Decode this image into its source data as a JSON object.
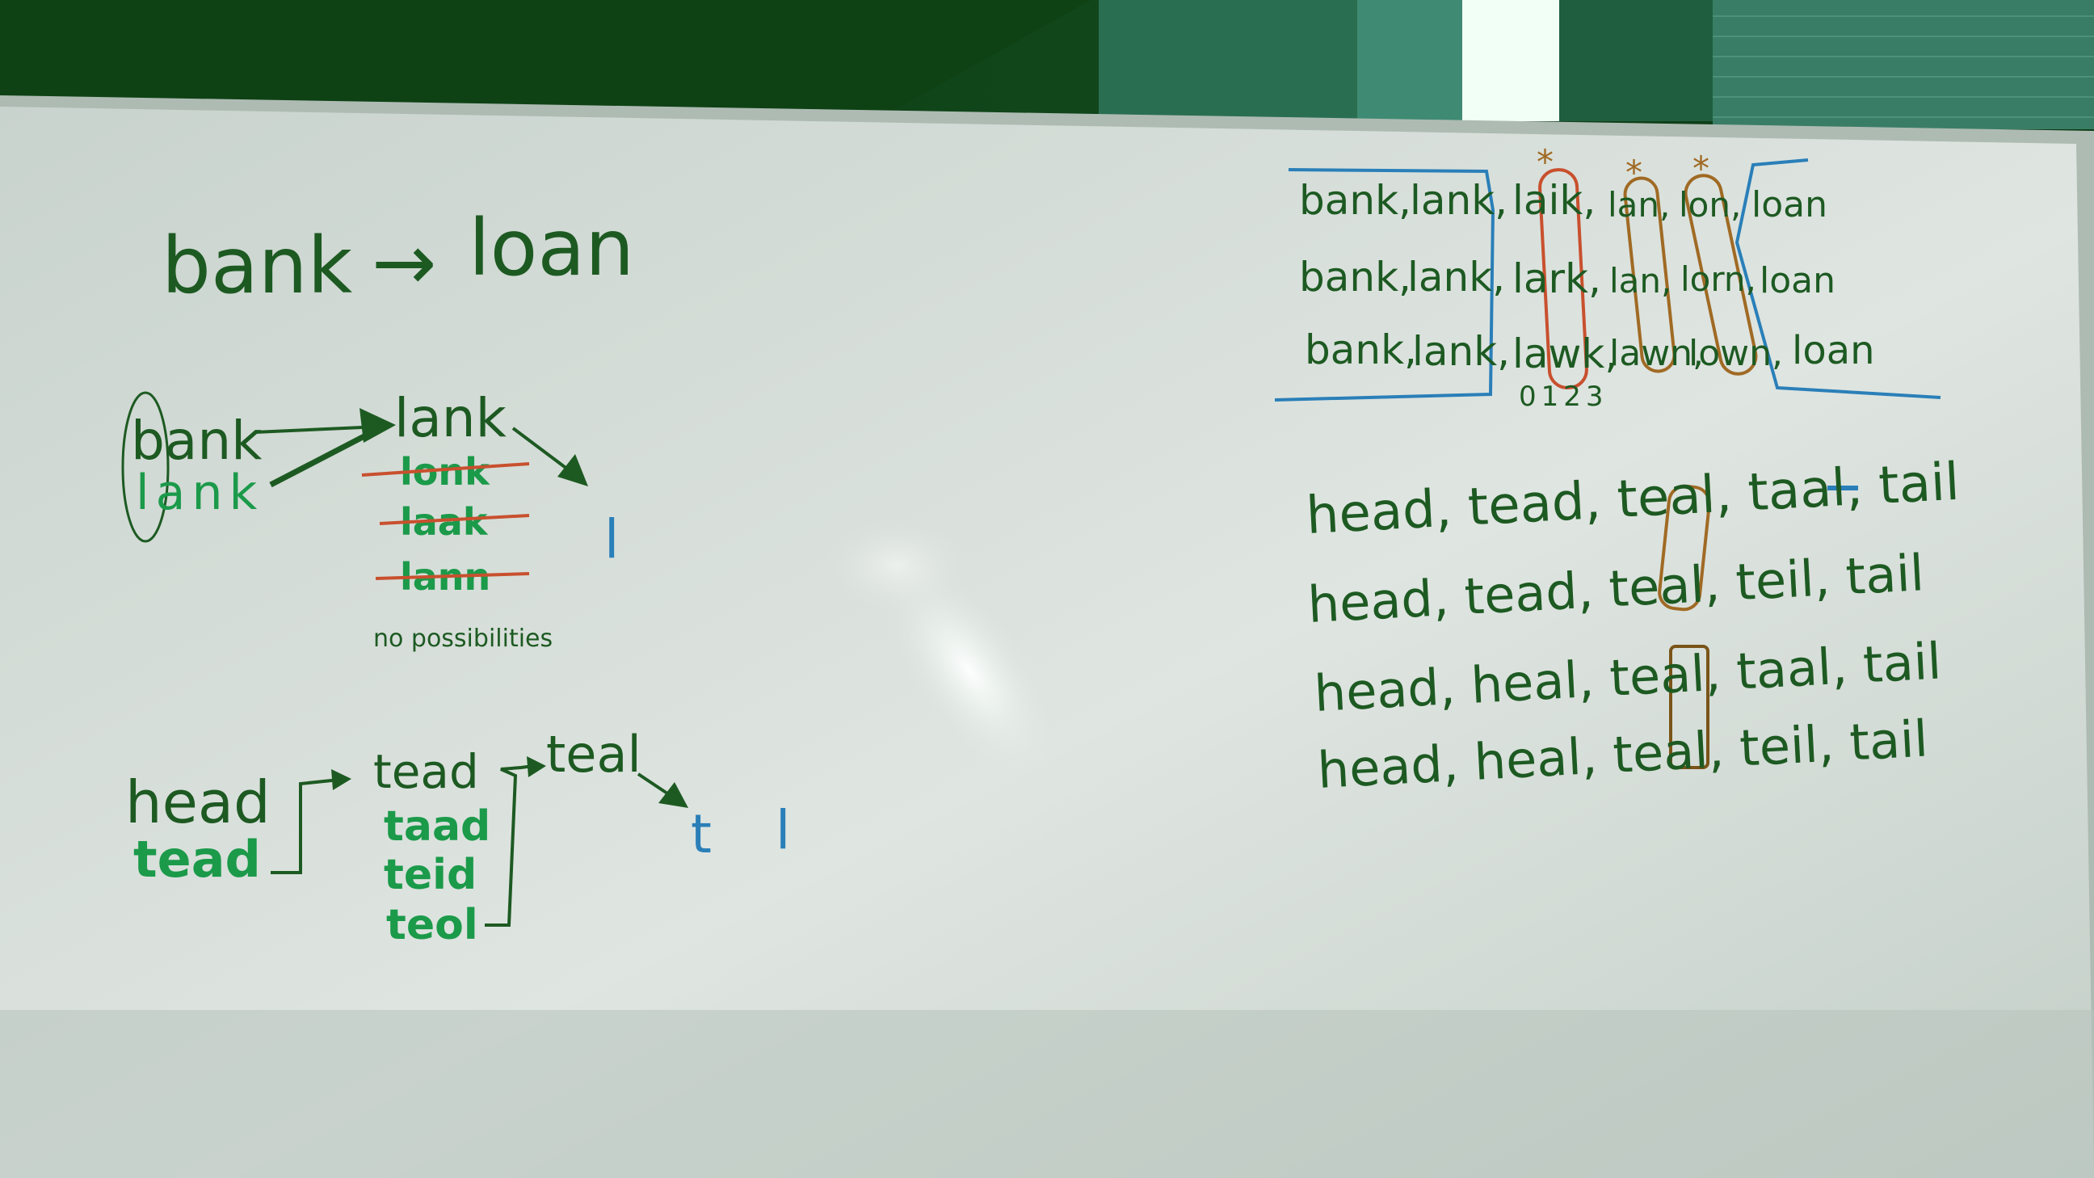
{
  "colors": {
    "board": "#d6ddd8",
    "board_edge": "#b9c4bd",
    "marker_dark_green": "#1d5a22",
    "marker_green": "#1b9a4a",
    "marker_red": "#c8502e",
    "marker_orange_brown": "#a06a24",
    "marker_blue": "#2a7fb8",
    "wall_top": "#0a3a10",
    "window_light": "#f2fff6"
  },
  "board": {
    "title": {
      "from": "bank",
      "arrow": "→",
      "to": "loan"
    },
    "diagram1": {
      "start_words": [
        "bank",
        "lank"
      ],
      "middle": "lank",
      "crossed_out": [
        "lonk",
        "laak",
        "lann"
      ],
      "note": "no possibilities",
      "end_letter": "l"
    },
    "diagram2": {
      "start_words": [
        "head",
        "tead"
      ],
      "middle_words": [
        "tead",
        "taad",
        "teid",
        "teol"
      ],
      "teal": "teal",
      "end_letters": [
        "t",
        "l"
      ]
    },
    "right_block_top": {
      "rows": [
        [
          "bank,",
          "lank,",
          "laik,",
          "lan,",
          "lon,",
          "loan"
        ],
        [
          "bank,",
          "lank,",
          "lark,",
          "lan,",
          "lorn,",
          "loan"
        ],
        [
          "bank,",
          "lank,",
          "lawk,",
          "lawn,",
          "lown,",
          "loan"
        ]
      ],
      "index_labels": "0123",
      "stars": [
        "*",
        "*",
        "*"
      ]
    },
    "right_block_bottom": {
      "rows": [
        "head, tead, teal, taal, tail",
        "head, tead, teal, teil, tail",
        "head, heal, teal, taal, tail",
        "head, heal, teal, teil, tail"
      ]
    }
  }
}
